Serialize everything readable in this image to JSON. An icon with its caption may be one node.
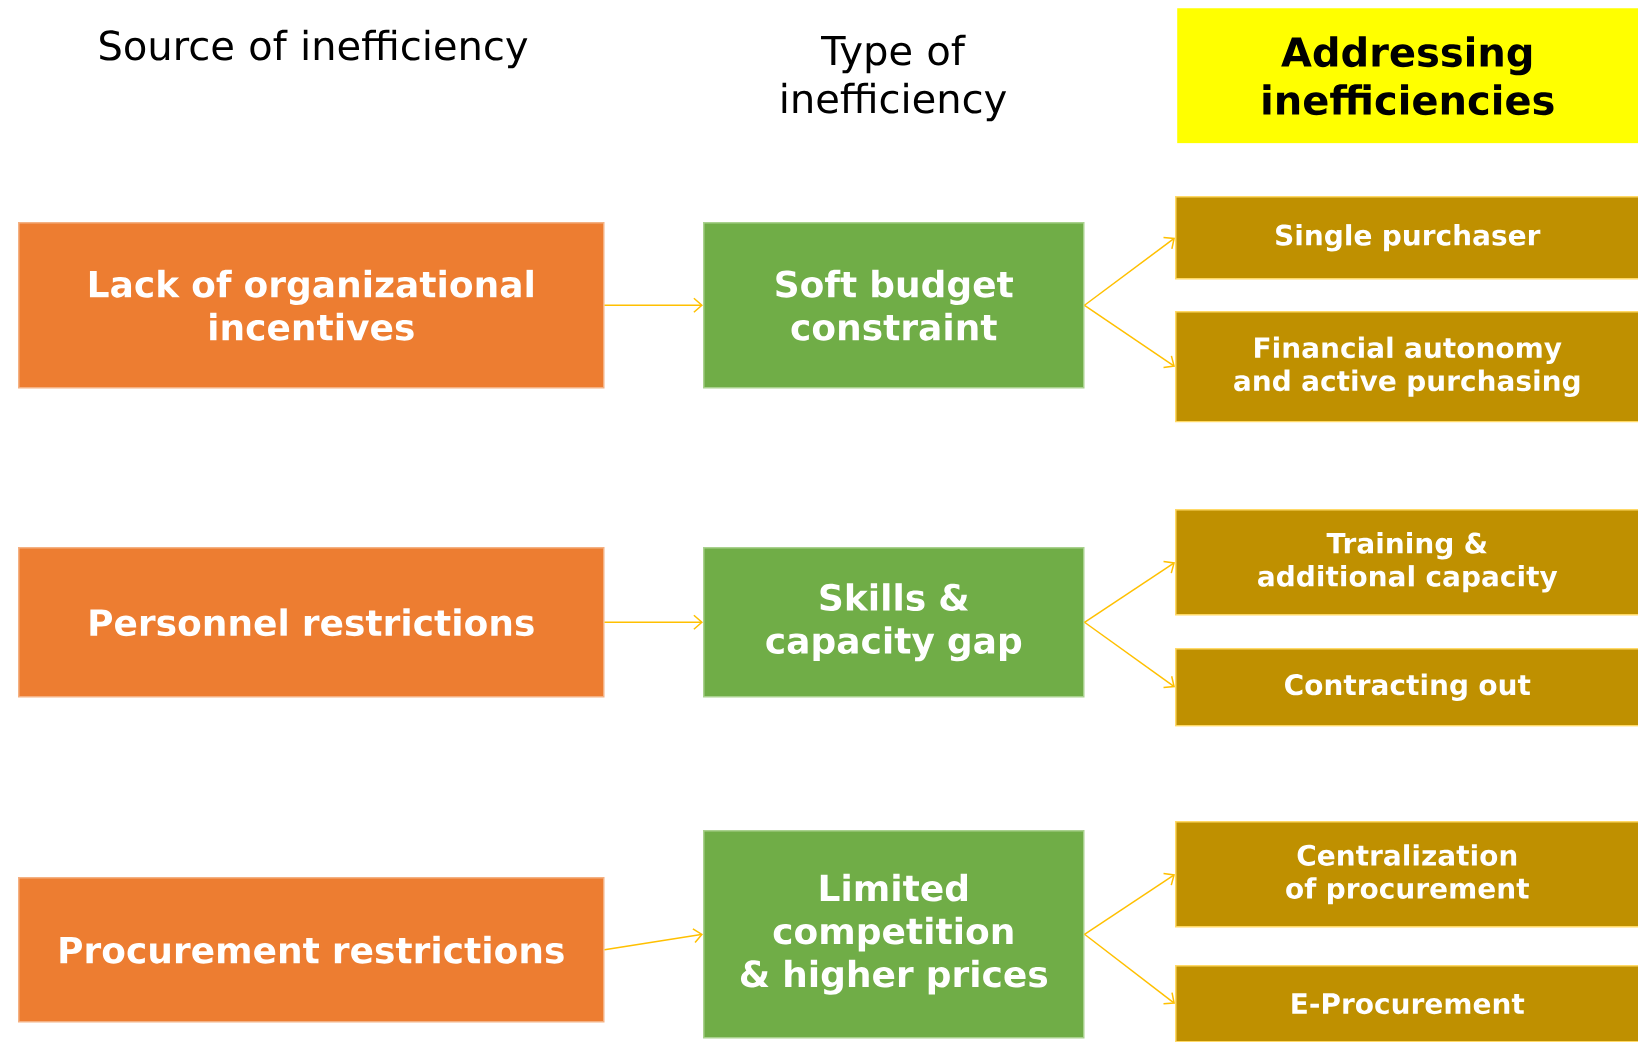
{
  "diagram": {
    "nodes": [
      {
        "text": [
          "Addressing inefficiencies"
        ]
      },
      {
        "text": [
          "Lack of organizational incentives"
        ]
      },
      {
        "text": [
          "Soft budget constraint"
        ]
      },
      {
        "text": [
          "Single purchaser"
        ]
      },
      {
        "text": [
          "Financial autonomy and active purchasing"
        ]
      },
      {
        "text": [
          "Personnel restrictions"
        ]
      },
      {
        "text": [
          "Skills & capacity gap"
        ]
      },
      {
        "text": [
          "Training & additional capacity"
        ]
      },
      {
        "text": [
          "Contracting out"
        ]
      },
      {
        "text": [
          "Procurement restrictions"
        ]
      },
      {
        "text": [
          "Limited competition & higher prices"
        ]
      },
      {
        "text": [
          "Centralization of procurement"
        ]
      },
      {
        "text": [
          "E-Procurement"
        ]
      }
    ],
    "edges": [
      {
        "from": 1,
        "to": 2,
        "arrow": "to"
      },
      {
        "from": 2,
        "to": 3,
        "arrow": "to"
      },
      {
        "from": 2,
        "to": 4,
        "arrow": "to"
      },
      {
        "from": 5,
        "to": 6,
        "arrow": "to"
      },
      {
        "from": 6,
        "to": 7,
        "arrow": "to"
      },
      {
        "from": 6,
        "to": 8,
        "arrow": "to"
      },
      {
        "from": 9,
        "to": 10,
        "arrow": "to"
      },
      {
        "from": 10,
        "to": 11,
        "arrow": "to"
      },
      {
        "from": 10,
        "to": 12,
        "arrow": "to"
      }
    ],
    "labels": [
      "Source of inefficiency",
      "Type of inefficiency"
    ]
  }
}
